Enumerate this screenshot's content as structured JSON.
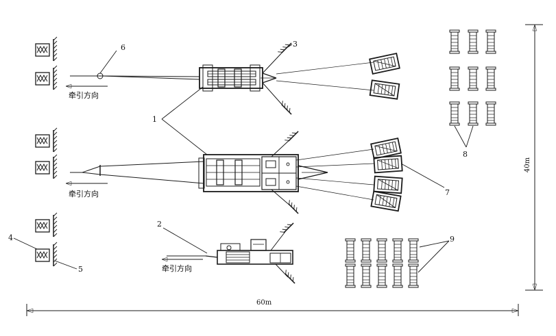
{
  "labels": {
    "n1": "1",
    "n2": "2",
    "n3": "3",
    "n4": "4",
    "n5": "5",
    "n6": "6",
    "n7": "7",
    "n8": "8",
    "n9": "9"
  },
  "direction_text": {
    "top": "牵引方向",
    "middle": "牵引方向",
    "bottom": "牵引方向"
  },
  "dimensions": {
    "width": "60m",
    "height": "40m"
  },
  "colors": {
    "stroke": "#1a1a1a",
    "background": "#ffffff"
  }
}
